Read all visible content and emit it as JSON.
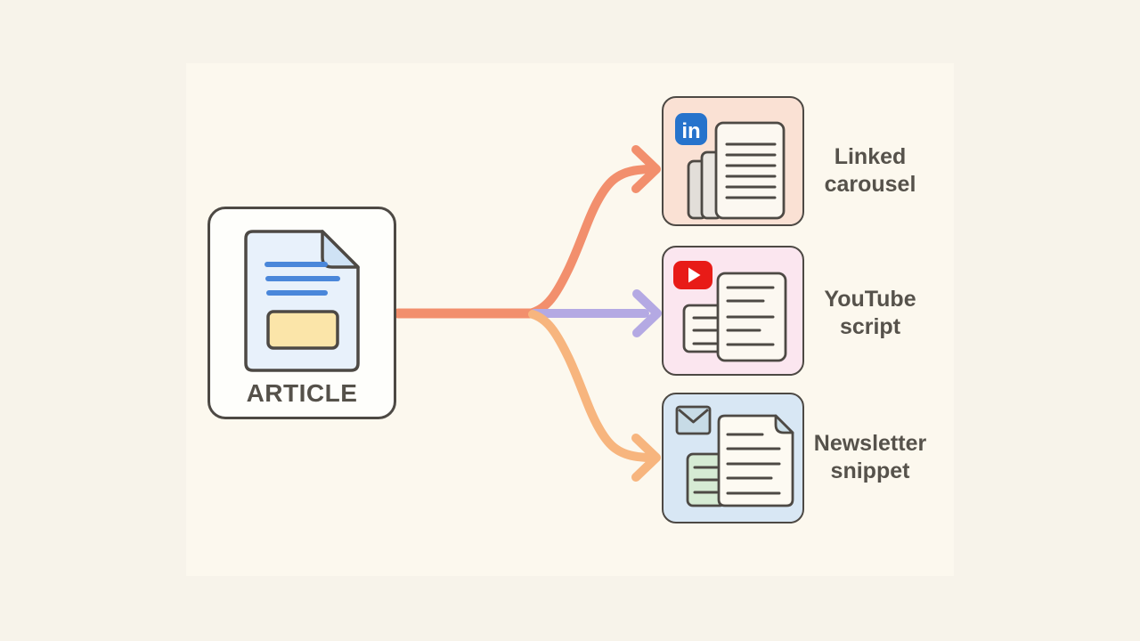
{
  "source": {
    "label": "ARTICLE",
    "icon": "article-document-icon"
  },
  "outputs": [
    {
      "name": "linked-carousel",
      "label": "Linked\ncarousel",
      "icon": "linkedin-icon",
      "badge_text": "in",
      "card_bg": "#fae1d4",
      "arrow_color": "#f28f6d"
    },
    {
      "name": "youtube-script",
      "label": "YouTube\nscript",
      "icon": "youtube-icon",
      "card_bg": "#fbe6ef",
      "arrow_color": "#b4a9e3"
    },
    {
      "name": "newsletter-snippet",
      "label": "Newsletter\nsnippet",
      "icon": "envelope-icon",
      "card_bg": "#d8e7f4",
      "arrow_color": "#f7b57e"
    }
  ],
  "colors": {
    "outer_background": "#f7f3ea",
    "stage_background": "#fcf8ee",
    "outline": "#4d4944",
    "label_text": "#56524b",
    "arrow_salmon": "#f28f6d",
    "arrow_purple": "#b4a9e3",
    "arrow_orange": "#f7b57e",
    "linkedin_blue": "#2673cc",
    "youtube_red": "#e81b17",
    "article_page_blue": "#e8f1fb",
    "article_fold_blue": "#cfe2f5",
    "article_text_lines_blue": "#4a87da",
    "article_highlight_yellow": "#fbe5a9",
    "page_cream": "#fcf8f1",
    "page_gray": "#e9e5e0",
    "newsletter_green_page": "#d6ebd4",
    "envelope_fill": "#c7dbe6"
  }
}
